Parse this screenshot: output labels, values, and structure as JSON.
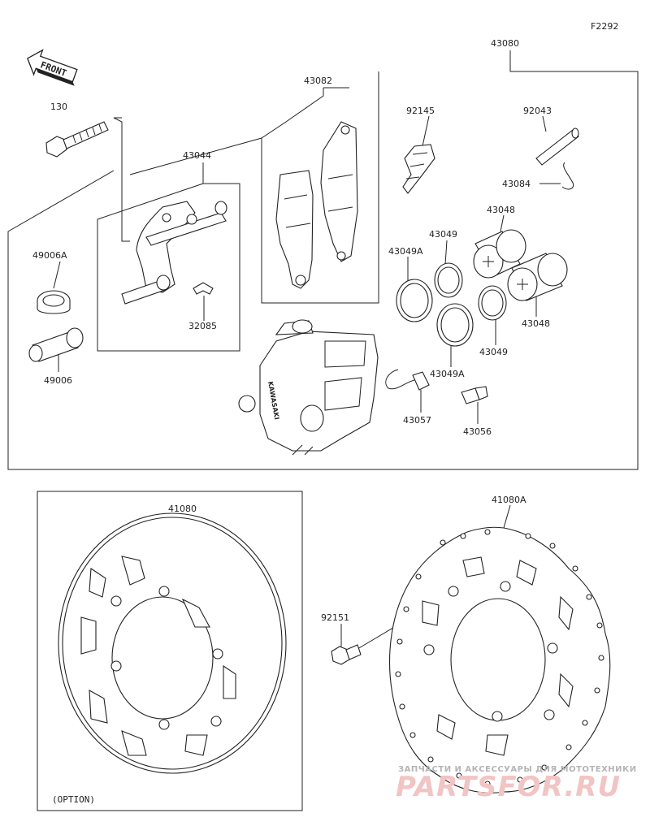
{
  "diagram_code": "F2292",
  "front_label": "FRONT",
  "option_label": "(OPTION)",
  "watermark": {
    "top_text": "ЗАПЧАСТИ И АКСЕССУАРЫ ДЛЯ МОТОТЕХНИКИ",
    "brand": "PARTSFOR.RU"
  },
  "parts": {
    "p43080": "43080",
    "p43082": "43082",
    "p130": "130",
    "p43044": "43044",
    "p92145": "92145",
    "p92043": "92043",
    "p43084": "43084",
    "p43048a": "43048",
    "p43049a": "43049",
    "p43049A_a": "43049A",
    "p49006A": "49006A",
    "p32085": "32085",
    "p49006": "49006",
    "p43048b": "43048",
    "p43049b": "43049",
    "p43049A_b": "43049A",
    "p43057": "43057",
    "p43056": "43056",
    "p41080": "41080",
    "p41080A": "41080A",
    "p92151": "92151"
  },
  "caliper_branding": "KAWASAKI"
}
